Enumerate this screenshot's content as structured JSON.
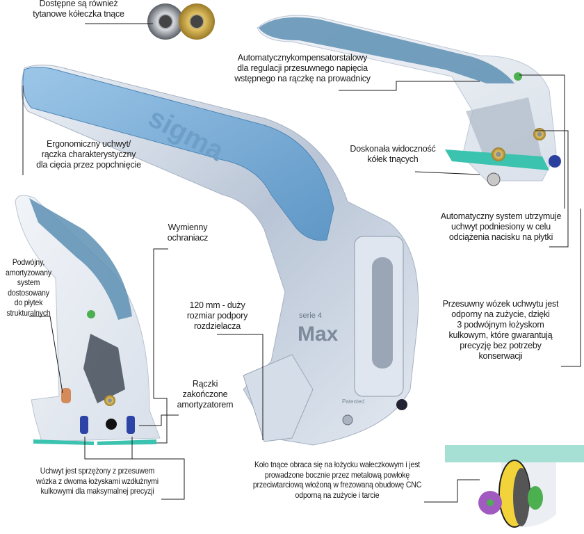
{
  "callouts": {
    "titanium_wheels": "Dostępne są również\ntytanowe kółeczka tnące",
    "ergonomic_grip": "Ergonomiczny uchwyt/\nrączka charakterystyczny\ndla cięcia przez popchnięcie",
    "compensator": "Automatycznykompensatorstalowy\ndla regulacji przesuwnego napięcia\nwstępnego na rączkę na prowadnicy",
    "visibility": "Doskonała widoczność\nkółek tnących",
    "auto_lift": "Automatyczny system utrzymuje\nuchwyt podniesiony w celu\nodciążenia nacisku na płytki",
    "protector": "Wymienny\nochraniacz",
    "double_system": "Podwójny,\namortyzowany\nsystem\ndostosowany\ndo płytek\nstrukturalnych",
    "support_size": "120 mm - duży\nrozmiar podpory\nrozdzielacza",
    "handles_damper": "Rączki\nzakończone\namortyzatorem",
    "sliding_carriage": "Przesuwny wózek uchwytu jest\nodporny na zużycie, dzięki\n3 podwójnym łożyskom\nkulkowym, które gwarantują\nprecyzję bez potrzeby\nkonserwacji",
    "coupled_handle": "Uchwyt jest sprzężony z przesuwem\nwózka z dwoma łożyskami wzdłużnymi\nkulkowymi dla maksymalnej precyzji",
    "cutting_wheel": "Koło tnące obraca się na łożycku wałeczkowym i jest\nprowadzone bocznie przez metalową powłokę\nprzeciwtarciową włożoną w frezowaną obudowę CNC\nodporną na zużycie i tarcie"
  },
  "product_marks": {
    "brand": "sigma",
    "series": "serie 4",
    "model": "Max",
    "patent": "Patented"
  },
  "colors": {
    "grip_blue": "#7fb3dc",
    "metal": "#c9d3e0",
    "glass_teal": "#3cc3b0",
    "gold": "#c9a542"
  }
}
